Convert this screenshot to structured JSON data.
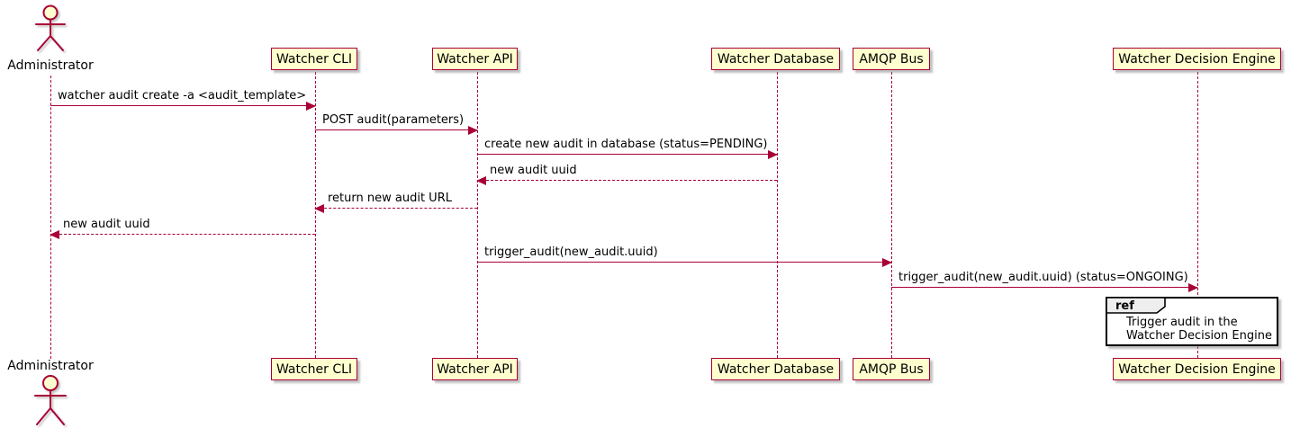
{
  "actor": {
    "label": "Administrator"
  },
  "participants": [
    {
      "label": "Watcher CLI"
    },
    {
      "label": "Watcher API"
    },
    {
      "label": "Watcher Database"
    },
    {
      "label": "AMQP Bus"
    },
    {
      "label": "Watcher Decision Engine"
    }
  ],
  "messages": [
    {
      "text": "watcher audit create -a <audit_template>",
      "from": "Administrator",
      "to": "Watcher CLI",
      "line": "solid",
      "direction": "right"
    },
    {
      "text": "POST audit(parameters)",
      "from": "Watcher CLI",
      "to": "Watcher API",
      "line": "solid",
      "direction": "right"
    },
    {
      "text": "create new audit in database (status=PENDING)",
      "from": "Watcher API",
      "to": "Watcher Database",
      "line": "solid",
      "direction": "right"
    },
    {
      "text": "new audit uuid",
      "from": "Watcher Database",
      "to": "Watcher API",
      "line": "dashed",
      "direction": "left"
    },
    {
      "text": "return new audit URL",
      "from": "Watcher API",
      "to": "Watcher CLI",
      "line": "dashed",
      "direction": "left"
    },
    {
      "text": "new audit uuid",
      "from": "Watcher CLI",
      "to": "Administrator",
      "line": "dashed",
      "direction": "left"
    },
    {
      "text": "trigger_audit(new_audit.uuid)",
      "from": "Watcher API",
      "to": "AMQP Bus",
      "line": "solid",
      "direction": "right"
    },
    {
      "text": "trigger_audit(new_audit.uuid) (status=ONGOING)",
      "from": "AMQP Bus",
      "to": "Watcher Decision Engine",
      "line": "solid",
      "direction": "right"
    }
  ],
  "ref": {
    "keyword": "ref",
    "line1": "Trigger audit in the",
    "line2": "Watcher Decision Engine"
  },
  "colors": {
    "background": "#FFFFFF",
    "participant_fill": "#FEFECE",
    "line": "#A80036",
    "text": "#000000",
    "ref_border": "#000000",
    "ref_header_fill": "#EEEEEE"
  }
}
